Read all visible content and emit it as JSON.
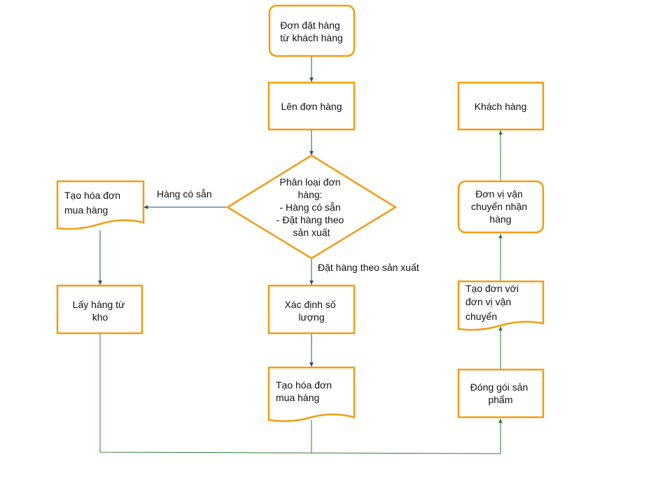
{
  "colors": {
    "shape_border": "#f39c12",
    "flow_arrow": "#1f4e79",
    "return_line": "#2e7d32",
    "text": "#111111"
  },
  "nodes": {
    "order_source": [
      "Đơn đặt hàng",
      "từ khách hàng"
    ],
    "create_order": [
      "Lên đơn hàng"
    ],
    "classify": [
      "Phân loại đơn",
      "hàng:",
      "- Hàng có sẵn",
      "- Đặt hàng theo",
      "sản xuất"
    ],
    "invoice_stock": [
      "Tạo hóa đơn",
      "mua hàng"
    ],
    "pick_stock": [
      "Lấy hàng từ",
      "kho"
    ],
    "determine_quantity": [
      "Xác định số",
      "lượng"
    ],
    "invoice_production": [
      "Tạo hóa đơn",
      "mua hàng"
    ],
    "customer": [
      "Khách hàng"
    ],
    "carrier_receive": [
      "Đơn vị vận",
      "chuyển nhận",
      "hàng"
    ],
    "create_shipping_order": [
      "Tạo đơn với",
      "đơn vị vận",
      "chuyển"
    ],
    "package": [
      "Đóng gói sản",
      "phẩm"
    ]
  },
  "edge_labels": {
    "in_stock": "Hàng có sẵn",
    "make_to_order": "Đặt hàng theo sản xuất"
  }
}
